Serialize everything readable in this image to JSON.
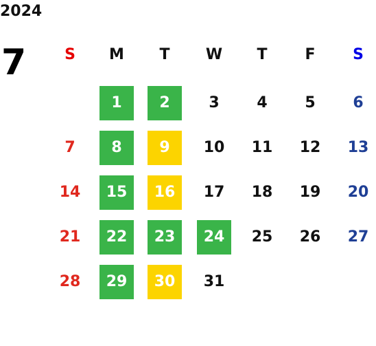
{
  "header": {
    "year": "2024",
    "month": "7"
  },
  "weekdays": [
    {
      "label": "S",
      "color": "#e60000"
    },
    {
      "label": "M",
      "color": "#111111"
    },
    {
      "label": "T",
      "color": "#111111"
    },
    {
      "label": "W",
      "color": "#111111"
    },
    {
      "label": "T",
      "color": "#111111"
    },
    {
      "label": "F",
      "color": "#111111"
    },
    {
      "label": "S",
      "color": "#0000e6"
    }
  ],
  "colors": {
    "sunday": "#e0281e",
    "saturday": "#1f3f95",
    "green_highlight": "#3ab449",
    "yellow_highlight": "#fcd400"
  },
  "legend_meaning": "",
  "weeks": [
    [
      {
        "day": "",
        "highlight": null
      },
      {
        "day": "1",
        "highlight": "green"
      },
      {
        "day": "2",
        "highlight": "green"
      },
      {
        "day": "3",
        "highlight": null
      },
      {
        "day": "4",
        "highlight": null
      },
      {
        "day": "5",
        "highlight": null
      },
      {
        "day": "6",
        "highlight": null
      }
    ],
    [
      {
        "day": "7",
        "highlight": null
      },
      {
        "day": "8",
        "highlight": "green"
      },
      {
        "day": "9",
        "highlight": "yellow"
      },
      {
        "day": "10",
        "highlight": null
      },
      {
        "day": "11",
        "highlight": null
      },
      {
        "day": "12",
        "highlight": null
      },
      {
        "day": "13",
        "highlight": null
      }
    ],
    [
      {
        "day": "14",
        "highlight": null
      },
      {
        "day": "15",
        "highlight": "green"
      },
      {
        "day": "16",
        "highlight": "yellow"
      },
      {
        "day": "17",
        "highlight": null
      },
      {
        "day": "18",
        "highlight": null
      },
      {
        "day": "19",
        "highlight": null
      },
      {
        "day": "20",
        "highlight": null
      }
    ],
    [
      {
        "day": "21",
        "highlight": null
      },
      {
        "day": "22",
        "highlight": "green"
      },
      {
        "day": "23",
        "highlight": "green"
      },
      {
        "day": "24",
        "highlight": "green"
      },
      {
        "day": "25",
        "highlight": null
      },
      {
        "day": "26",
        "highlight": null
      },
      {
        "day": "27",
        "highlight": null
      }
    ],
    [
      {
        "day": "28",
        "highlight": null
      },
      {
        "day": "29",
        "highlight": "green"
      },
      {
        "day": "30",
        "highlight": "yellow"
      },
      {
        "day": "31",
        "highlight": null
      },
      {
        "day": "",
        "highlight": null
      },
      {
        "day": "",
        "highlight": null
      },
      {
        "day": "",
        "highlight": null
      }
    ]
  ]
}
